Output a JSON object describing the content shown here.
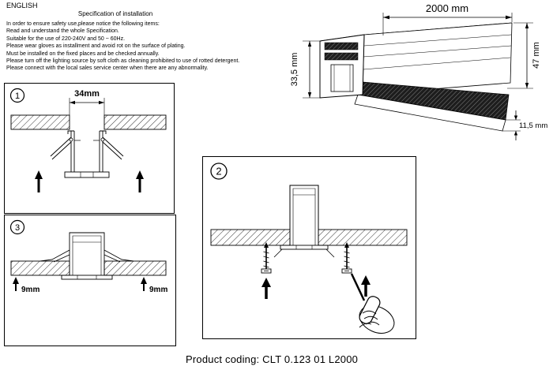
{
  "header": {
    "language": "ENGLISH",
    "title": "Specification of installation",
    "lines": [
      "In order to ensure safety use,please notice the following items:",
      "Read and understand the whole Specification.",
      "Suitable for the use of 220-240V and 50 ~ 60Hz.",
      "Please wear gloves as installment and avoid rot on the surface of plating.",
      "Must be installed on the fixed places and be checked annually.",
      "Please turn off the lighting source by soft cloth as cleaning prohibited to use of rotted detergent.",
      "Please connect with the local sales service center when there are any abnormality."
    ]
  },
  "drawing": {
    "length": "2000 mm",
    "height_left": "33,5 mm",
    "height_right": "47 mm",
    "lip": "11,5 mm"
  },
  "steps": {
    "one": {
      "num": "1",
      "cutout": "34mm"
    },
    "two": {
      "num": "2"
    },
    "three": {
      "num": "3",
      "board_left": "9mm",
      "board_right": "9mm"
    }
  },
  "footer": {
    "product_coding": "Product coding: CLT 0.123 01 L2000"
  },
  "colors": {
    "ink": "#000000",
    "hatch": "#333333",
    "dark_band": "#1d1d1d"
  }
}
